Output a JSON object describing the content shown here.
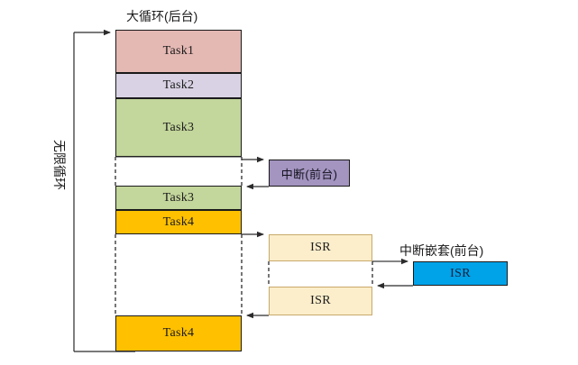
{
  "diagram": {
    "title_main": "大循环(后台)",
    "label_loop": "无限循环",
    "label_interrupt": "中断(前台)",
    "label_nested": "中断嵌套(前台)",
    "bottom_caption": "",
    "colors": {
      "task1": "#e4b8b3",
      "task2": "#d9d2e4",
      "task3": "#c3d69b",
      "task4": "#ffc000",
      "interrupt": "#a394c0",
      "isr_cream": "#fceecb",
      "isr_cream_border": "#c8a96a",
      "isr_blue": "#00a2e8",
      "stroke": "#3a3a3a",
      "box_border": "#1a1a1a"
    },
    "tasks": [
      {
        "name": "Task1",
        "label": "Task1"
      },
      {
        "name": "Task2",
        "label": "Task2"
      },
      {
        "name": "Task3",
        "label": "Task3"
      },
      {
        "name": "Task3b",
        "label": "Task3"
      },
      {
        "name": "Task4",
        "label": "Task4"
      },
      {
        "name": "Task4b",
        "label": "Task4"
      }
    ],
    "isr_boxes": [
      {
        "name": "isr-upper",
        "label": "ISR"
      },
      {
        "name": "isr-lower",
        "label": "ISR"
      },
      {
        "name": "isr-nested",
        "label": "ISR"
      }
    ]
  }
}
